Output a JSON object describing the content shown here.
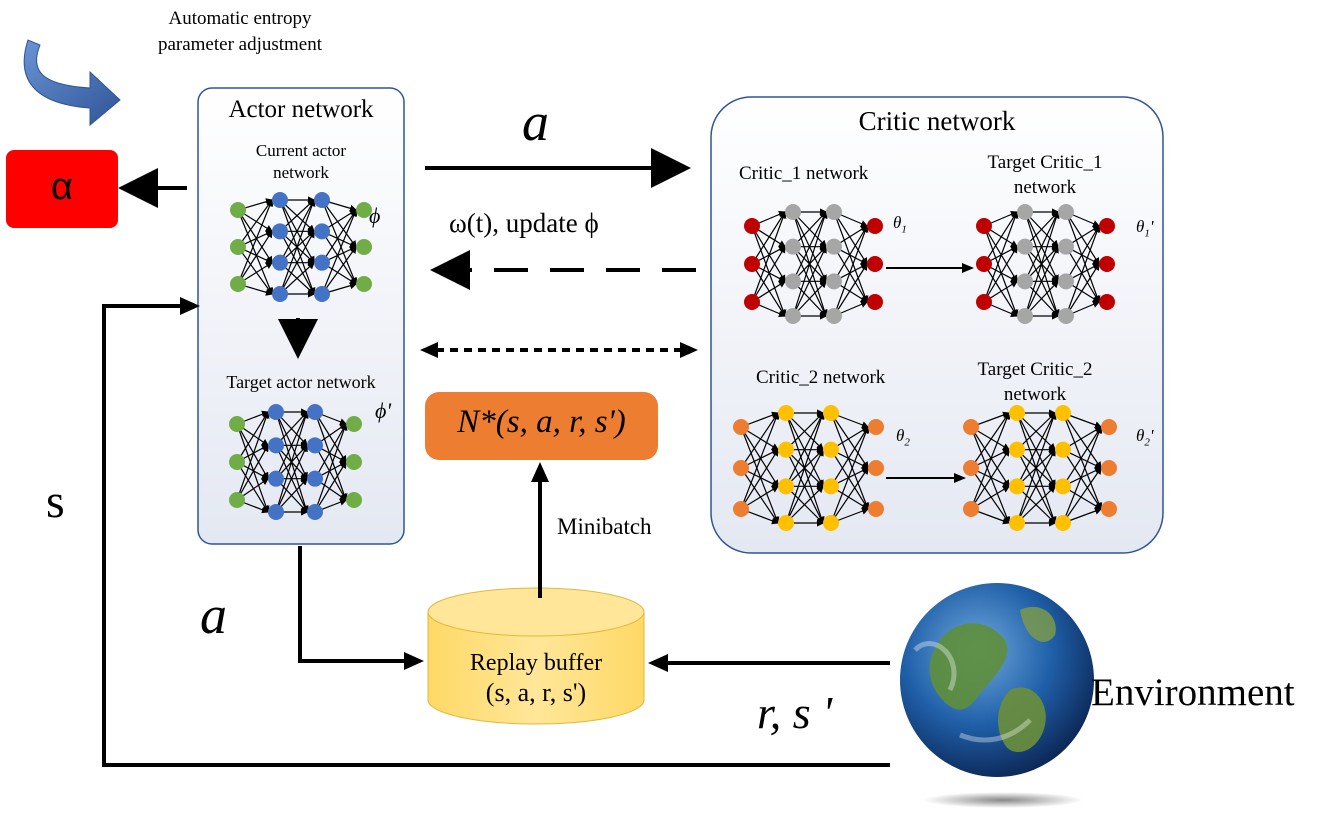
{
  "entropy": {
    "label_line1": "Automatic entropy",
    "label_line2": "parameter adjustment"
  },
  "alpha_box": {
    "symbol": "α",
    "color": "#ff0000"
  },
  "actor": {
    "title": "Actor network",
    "current_line1": "Current actor",
    "current_line2": "network",
    "current_param": "ϕ",
    "target_label": "Target actor network",
    "target_param": "ϕ'"
  },
  "critic": {
    "title": "Critic network",
    "c1_label": "Critic_1 network",
    "c1_param": "θ",
    "c1_param_sub": "1",
    "tc1_line1": "Target Critic_1",
    "tc1_line2": "network",
    "tc1_param": "θ",
    "tc1_param_sub": "1",
    "tc1_prime": "'",
    "c2_label": "Critic_2 network",
    "c2_param": "θ",
    "c2_param_sub": "2",
    "tc2_line1": "Target Critic_2",
    "tc2_line2": "network",
    "tc2_param": "θ",
    "tc2_param_sub": "2",
    "tc2_prime": "'"
  },
  "arrows": {
    "action_top": "a",
    "update_label": "ω(t),  update  ϕ",
    "state_label": "s",
    "action_bottom": "a",
    "reward_label": "r, s '",
    "minibatch_label": "Minibatch"
  },
  "minibatch_box": {
    "text": "N*(s, a, r, s')",
    "color": "#ed7d31"
  },
  "replay_buffer": {
    "line1": "Replay buffer",
    "line2": "(s, a, r, s')",
    "color": "#ffd966"
  },
  "environment": {
    "label": "Environment"
  },
  "colors": {
    "actor_io": "#70ad47",
    "actor_hidden": "#4472c4",
    "critic1_io": "#c00000",
    "critic1_hidden": "#a6a6a6",
    "critic2_io": "#ed7d31",
    "critic2_hidden": "#ffc000",
    "panel_border": "#2f5597"
  }
}
